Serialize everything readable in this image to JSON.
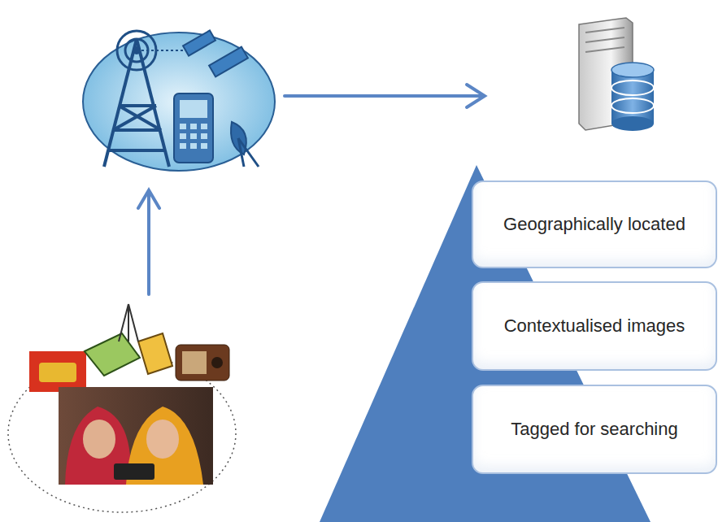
{
  "diagram": {
    "nodes": [
      {
        "text": [
          "Geographically located"
        ]
      },
      {
        "text": [
          "Contextualised images"
        ]
      },
      {
        "text": [
          "Tagged for searching"
        ]
      }
    ]
  }
}
